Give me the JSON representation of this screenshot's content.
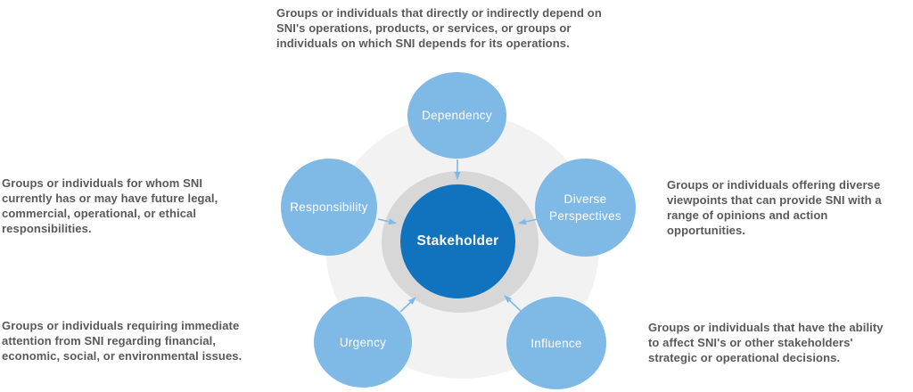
{
  "diagram": {
    "center": {
      "label": "Stakeholder"
    },
    "nodes": [
      {
        "label": "Dependency",
        "description_lines": [
          "Groups or individuals that directly or indirectly depend on",
          "SNI's operations, products, or services, or groups or",
          "individuals on which SNI depends for its operations."
        ]
      },
      {
        "label": "Responsibility",
        "description_lines": [
          "Groups or individuals for whom SNI",
          "currently has or may have future legal,",
          "commercial, operational, or ethical",
          "responsibilities."
        ]
      },
      {
        "label": "Diverse Perspectives",
        "description_lines": [
          "Groups or individuals offering diverse",
          "viewpoints that can provide SNI with a",
          "range of opinions and action",
          "opportunities."
        ]
      },
      {
        "label": "Urgency",
        "description_lines": [
          "Groups or individuals requiring immediate",
          "attention from SNI regarding financial,",
          "economic, social, or environmental issues."
        ]
      },
      {
        "label": "Influence",
        "description_lines": [
          "Groups or individuals that have the ability",
          "to affect SNI's or other stakeholders'",
          "strategic or operational decisions."
        ]
      }
    ],
    "colors": {
      "center_fill": "#1173bd",
      "node_fill": "#7fb9e6",
      "ring_fill": "#d7d7d8",
      "halo_fill": "#f2f2f3",
      "arrow": "#7fb9e6",
      "description_text": "#58595b",
      "circle_text": "#ffffff"
    }
  }
}
